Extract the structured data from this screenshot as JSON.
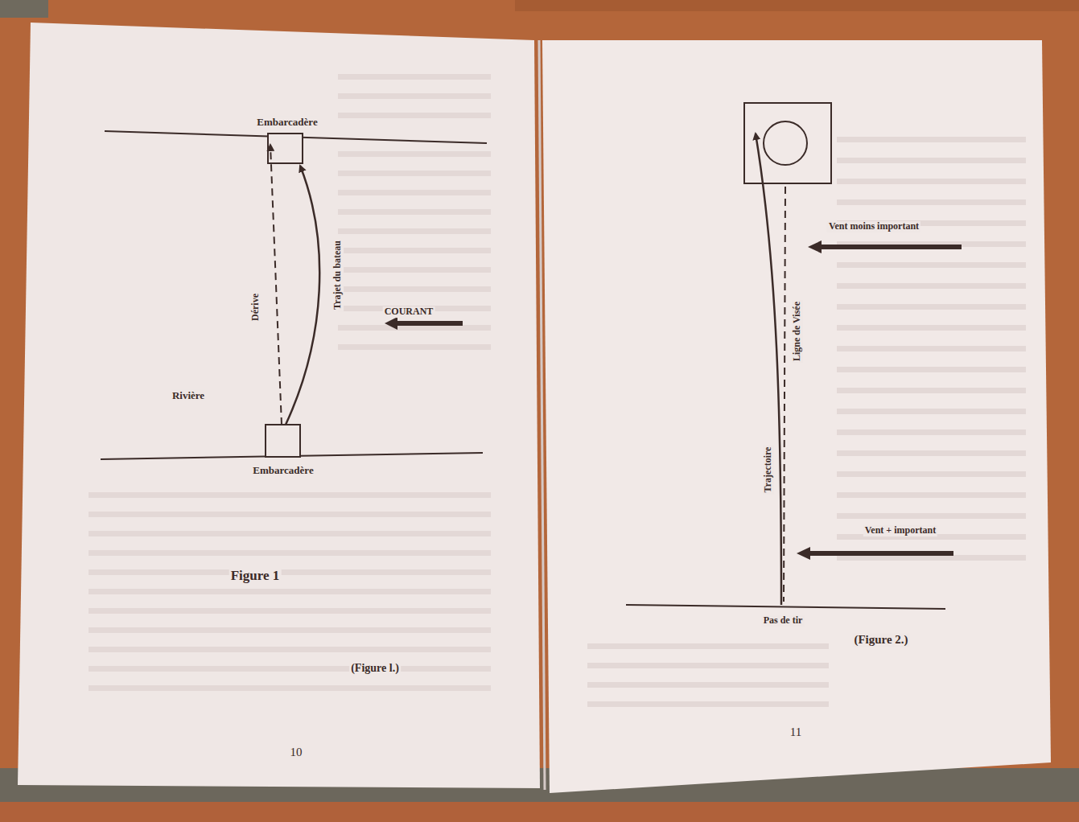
{
  "diagram": {
    "labels": [
      "Embarcadère",
      "Dérive",
      "Trajet du bateau",
      "COURANT",
      "Rivière",
      "Embarcadère",
      "Figure 1",
      "(Figure l.)",
      "10",
      "Vent moins important",
      "Ligne de Visée",
      "Trajectoire",
      "Vent + important",
      "Pas de tir",
      "(Figure 2.)",
      "11"
    ]
  }
}
